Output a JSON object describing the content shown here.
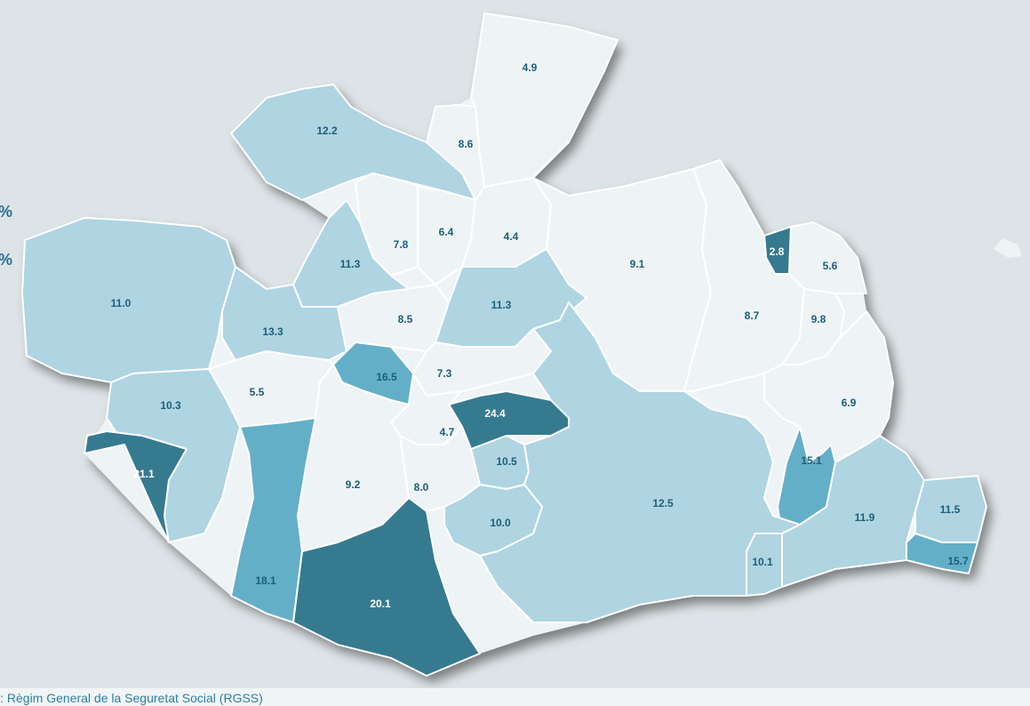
{
  "legend": {
    "tick_high": "%",
    "tick_low": "%"
  },
  "source_note": "R: Règim General de la Seguretat Social (RGSS)",
  "colors": {
    "background": "#dde4e7",
    "very_light": "#eef3f6",
    "light": "#afd4e2",
    "medium": "#64afc8",
    "dark": "#367a90",
    "label_dark_text": "#1d5f78",
    "label_light_text": "#ffffff"
  },
  "districts": [
    {
      "id": "d01",
      "value": "4.9",
      "tone": "very_light"
    },
    {
      "id": "d02",
      "value": "12.2",
      "tone": "light"
    },
    {
      "id": "d03",
      "value": "8.6",
      "tone": "very_light"
    },
    {
      "id": "d04",
      "value": "6.4",
      "tone": "very_light"
    },
    {
      "id": "d05",
      "value": "4.4",
      "tone": "very_light"
    },
    {
      "id": "d06",
      "value": "7.8",
      "tone": "very_light"
    },
    {
      "id": "d07",
      "value": "11.3",
      "tone": "light"
    },
    {
      "id": "d08",
      "value": "9.1",
      "tone": "very_light"
    },
    {
      "id": "d09",
      "value": "2.8",
      "tone": "dark"
    },
    {
      "id": "d10",
      "value": "5.6",
      "tone": "very_light"
    },
    {
      "id": "d11",
      "value": "11.0",
      "tone": "light"
    },
    {
      "id": "d12",
      "value": "11.3",
      "tone": "light"
    },
    {
      "id": "d13",
      "value": "13.3",
      "tone": "light"
    },
    {
      "id": "d14",
      "value": "8.5",
      "tone": "very_light"
    },
    {
      "id": "d15",
      "value": "8.7",
      "tone": "very_light"
    },
    {
      "id": "d16",
      "value": "9.8",
      "tone": "very_light"
    },
    {
      "id": "d17",
      "value": "16.5",
      "tone": "medium"
    },
    {
      "id": "d18",
      "value": "7.3",
      "tone": "very_light"
    },
    {
      "id": "d19",
      "value": "5.5",
      "tone": "very_light"
    },
    {
      "id": "d20",
      "value": "10.3",
      "tone": "light"
    },
    {
      "id": "d21",
      "value": "24.4",
      "tone": "dark"
    },
    {
      "id": "d22",
      "value": "6.9",
      "tone": "very_light"
    },
    {
      "id": "d23",
      "value": "4.7",
      "tone": "very_light"
    },
    {
      "id": "d24",
      "value": "21.1",
      "tone": "dark"
    },
    {
      "id": "d25",
      "value": "10.5",
      "tone": "light"
    },
    {
      "id": "d26",
      "value": "15.1",
      "tone": "medium"
    },
    {
      "id": "d27",
      "value": "9.2",
      "tone": "very_light"
    },
    {
      "id": "d28",
      "value": "8.0",
      "tone": "very_light"
    },
    {
      "id": "d29",
      "value": "12.5",
      "tone": "light"
    },
    {
      "id": "d30",
      "value": "11.9",
      "tone": "light"
    },
    {
      "id": "d31",
      "value": "11.5",
      "tone": "light"
    },
    {
      "id": "d32",
      "value": "10.0",
      "tone": "light"
    },
    {
      "id": "d33",
      "value": "18.1",
      "tone": "medium"
    },
    {
      "id": "d34",
      "value": "10.1",
      "tone": "light"
    },
    {
      "id": "d35",
      "value": "15.7",
      "tone": "medium"
    },
    {
      "id": "d36",
      "value": "20.1",
      "tone": "dark"
    }
  ]
}
